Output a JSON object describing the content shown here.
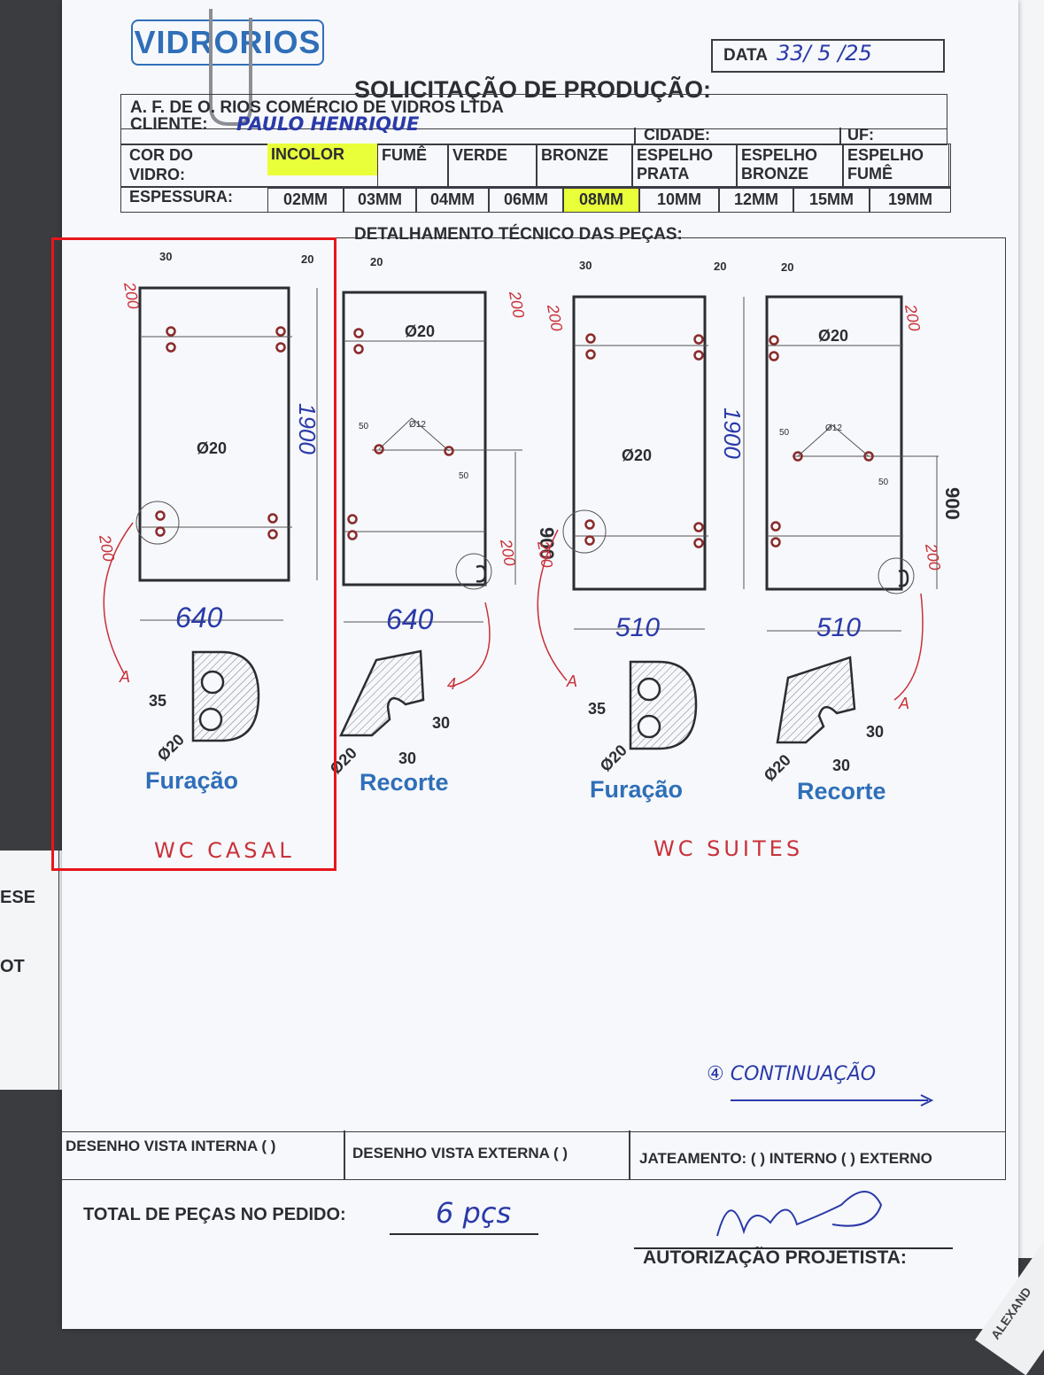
{
  "header": {
    "logo": "VIDRORIOS",
    "date_label": "DATA",
    "date_value": "33/ 5 /25",
    "title": "SOLICITAÇÃO DE PRODUÇÃO:",
    "company": "A. F. DE O. RIOS COMÉRCIO DE VIDROS LTDA"
  },
  "client": {
    "label": "CLIENTE:",
    "value": "PAULO HENRIQUE",
    "city_label": "CIDADE:",
    "uf_label": "UF:"
  },
  "glass_color": {
    "label": "COR DO VIDRO:",
    "options": [
      "INCOLOR",
      "FUMÊ",
      "VERDE",
      "BRONZE",
      "ESPELHO PRATA",
      "ESPELHO BRONZE",
      "ESPELHO FUMÊ"
    ],
    "selected": "INCOLOR",
    "highlight": "#e9ff3a"
  },
  "thickness": {
    "label": "ESPESSURA:",
    "options": [
      "02MM",
      "03MM",
      "04MM",
      "06MM",
      "08MM",
      "10MM",
      "12MM",
      "15MM",
      "19MM"
    ],
    "selected": "08MM"
  },
  "technical": {
    "heading": "DETALHAMENTO TÉCNICO DAS PEÇAS:",
    "hole_label": "Ø20",
    "notch_label": "Ø12",
    "dims": {
      "d30": "30",
      "d20": "20",
      "d50": "50",
      "d35": "35",
      "h200": "200",
      "h1900": "1900",
      "h900": "900",
      "w640": "640",
      "w510": "510"
    },
    "detail_furacao": "Furação",
    "detail_recorte": "Recorte",
    "group1_note": "WC CASAL",
    "group2_note": "WC SUITES",
    "marker_a": "A",
    "marker_4": "4",
    "continuation_note": "④ CONTINUAÇÃO"
  },
  "footer": {
    "view_internal": "DESENHO VISTA INTERNA ( )",
    "view_external": "DESENHO VISTA EXTERNA ( )",
    "sandblast": "JATEAMENTO: ( ) INTERNO ( ) EXTERNO",
    "total_label": "TOTAL DE PEÇAS NO PEDIDO:",
    "total_value": "6 pçs",
    "authorization_label": "AUTORIZAÇÃO PROJETISTA:"
  },
  "side_stamp": "ALEXAND",
  "side_text_1": "ESE",
  "side_text_2": "OT",
  "annotation_box_color": "#e8161b"
}
